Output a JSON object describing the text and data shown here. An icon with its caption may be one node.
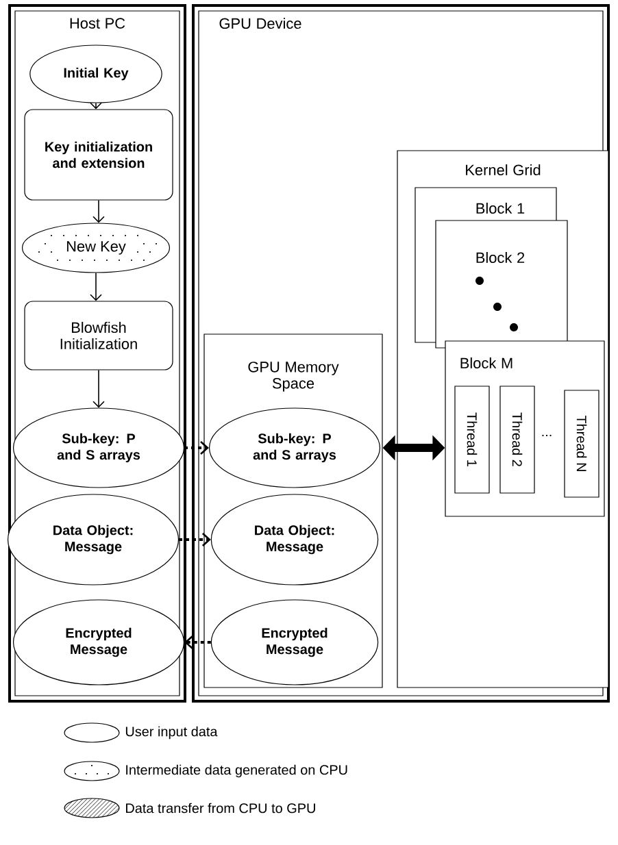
{
  "diagram": {
    "nodes": [
      {
        "text": [
          "Host PC"
        ]
      },
      {
        "text": [
          "Initial Key"
        ],
        "in": 0
      },
      {
        "text": [
          "Key initialization and extension"
        ],
        "in": 0
      },
      {
        "text": [
          "New Key"
        ],
        "in": 0
      },
      {
        "text": [
          "Blowfish Initialization"
        ],
        "in": 0
      },
      {
        "text": [
          "Sub-key: P and S arrays"
        ],
        "in": 0
      },
      {
        "text": [
          "Data Object: Message"
        ],
        "in": 0
      },
      {
        "text": [
          "Encrypted Message"
        ],
        "in": 0
      },
      {
        "text": [
          "GPU Device"
        ]
      },
      {
        "text": [
          "GPU Memory Space"
        ],
        "in": 8
      },
      {
        "text": [
          "Sub-key: P and S arrays"
        ],
        "in": 9
      },
      {
        "text": [
          "Data Object: Message"
        ],
        "in": 9
      },
      {
        "text": [
          "Encrypted Message"
        ],
        "in": 9
      },
      {
        "text": [
          "Kernel Grid"
        ],
        "in": 8
      },
      {
        "text": [
          "Block 1"
        ],
        "in": 13
      },
      {
        "text": [
          "Block 2"
        ],
        "in": 13
      },
      {
        "text": [
          "Block M"
        ],
        "in": 13
      },
      {
        "text": [
          "Thread 1"
        ],
        "in": 16
      },
      {
        "text": [
          "Thread 2"
        ],
        "in": 16
      },
      {
        "text": [
          "Thread N"
        ],
        "in": 16
      }
    ],
    "edges": [
      {
        "from": 1,
        "to": 2,
        "arrow": "to"
      },
      {
        "from": 2,
        "to": 3,
        "arrow": "to"
      },
      {
        "from": 3,
        "to": 4,
        "arrow": "to"
      },
      {
        "from": 4,
        "to": 5,
        "arrow": "to"
      },
      {
        "from": 5,
        "to": 10,
        "arrow": "to",
        "style": "dashed"
      },
      {
        "from": 6,
        "to": 11,
        "arrow": "to",
        "style": "dashed"
      },
      {
        "from": 12,
        "to": 7,
        "arrow": "to",
        "style": "dashed"
      },
      {
        "from": 9,
        "to": 16,
        "arrow": "both",
        "style": "thick"
      }
    ],
    "labels": [
      "..."
    ],
    "legend": [
      {
        "text": "User input data"
      },
      {
        "text": "Intermediate data generated on CPU"
      },
      {
        "text": "Data transfer from CPU to GPU"
      }
    ]
  }
}
